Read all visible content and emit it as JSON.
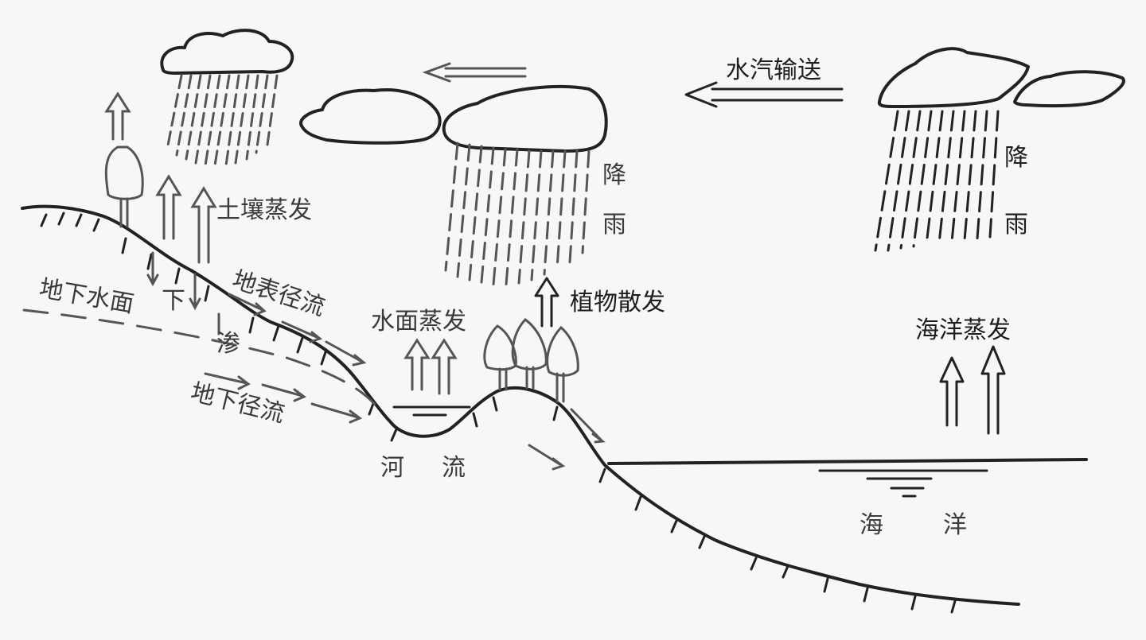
{
  "diagram": {
    "labels": {
      "vapor_transport": "水汽输送",
      "soil_evaporation": "土壤蒸发",
      "surface_runoff": "地表径流",
      "groundwater_table": "地下水面",
      "infiltration_xia": "下",
      "infiltration_shen": "渗",
      "groundwater_runoff": "地下径流",
      "water_surface_evaporation": "水面蒸发",
      "plant_transpiration": "植物散发",
      "river_he": "河",
      "river_liu": "流",
      "ocean_evaporation": "海洋蒸发",
      "ocean_hai": "海",
      "ocean_yang": "洋",
      "rain_left_jiang": "降",
      "rain_left_yu": "雨",
      "rain_right_jiang": "降",
      "rain_right_yu": "雨"
    },
    "colors": {
      "ink": "#222222",
      "label": "#3a3a3a",
      "background": "#f7f7f5"
    },
    "icons": [
      "cloud-icon",
      "rain-icon",
      "tree-icon",
      "up-arrow-icon",
      "left-arrow-icon"
    ]
  }
}
